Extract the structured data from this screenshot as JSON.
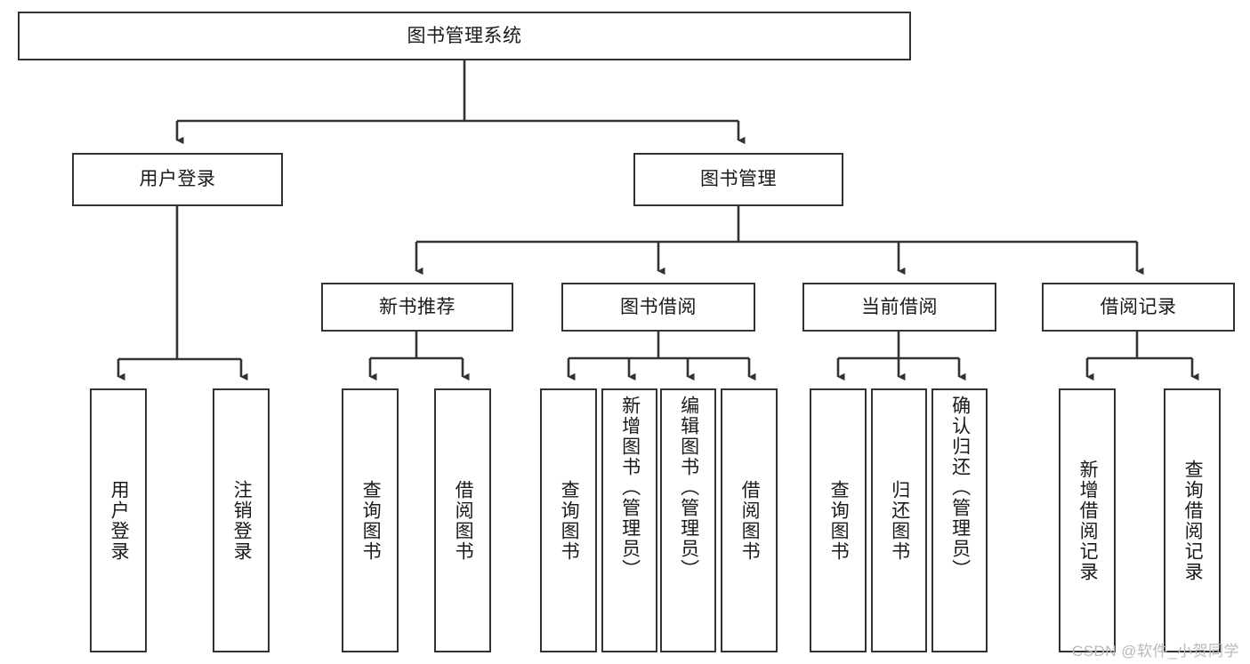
{
  "diagram": {
    "type": "tree-hierarchy",
    "title": "图书管理系统",
    "watermark": "CSDN @软件_小贺同学",
    "colors": {
      "box_border": "#333333",
      "box_fill": "#ffffff",
      "connector": "#333333",
      "text": "#1a1a1a",
      "watermark": "#b9b9b9"
    },
    "root": {
      "label": "图书管理系统",
      "orientation": "horizontal"
    },
    "level2": [
      {
        "label": "用户登录",
        "orientation": "horizontal"
      },
      {
        "label": "图书管理",
        "orientation": "horizontal"
      }
    ],
    "level3": [
      {
        "label": "新书推荐",
        "orientation": "horizontal",
        "parent": "图书管理"
      },
      {
        "label": "图书借阅",
        "orientation": "horizontal",
        "parent": "图书管理"
      },
      {
        "label": "当前借阅",
        "orientation": "horizontal",
        "parent": "图书管理"
      },
      {
        "label": "借阅记录",
        "orientation": "horizontal",
        "parent": "图书管理"
      }
    ],
    "leaves": [
      {
        "label": "用户登录",
        "orientation": "vertical",
        "parent": "用户登录"
      },
      {
        "label": "注销登录",
        "orientation": "vertical",
        "parent": "用户登录"
      },
      {
        "label": "查询图书",
        "orientation": "vertical",
        "parent": "新书推荐"
      },
      {
        "label": "借阅图书",
        "orientation": "vertical",
        "parent": "新书推荐"
      },
      {
        "label": "查询图书",
        "orientation": "vertical",
        "parent": "图书借阅"
      },
      {
        "label": "新增图书（管理员）",
        "orientation": "vertical",
        "parent": "图书借阅"
      },
      {
        "label": "编辑图书（管理员）",
        "orientation": "vertical",
        "parent": "图书借阅"
      },
      {
        "label": "借阅图书",
        "orientation": "vertical",
        "parent": "图书借阅"
      },
      {
        "label": "查询图书",
        "orientation": "vertical",
        "parent": "当前借阅"
      },
      {
        "label": "归还图书",
        "orientation": "vertical",
        "parent": "当前借阅"
      },
      {
        "label": "确认归还（管理员）",
        "orientation": "vertical",
        "parent": "当前借阅"
      },
      {
        "label": "新增借阅记录",
        "orientation": "vertical",
        "parent": "借阅记录"
      },
      {
        "label": "查询借阅记录",
        "orientation": "vertical",
        "parent": "借阅记录"
      }
    ]
  }
}
